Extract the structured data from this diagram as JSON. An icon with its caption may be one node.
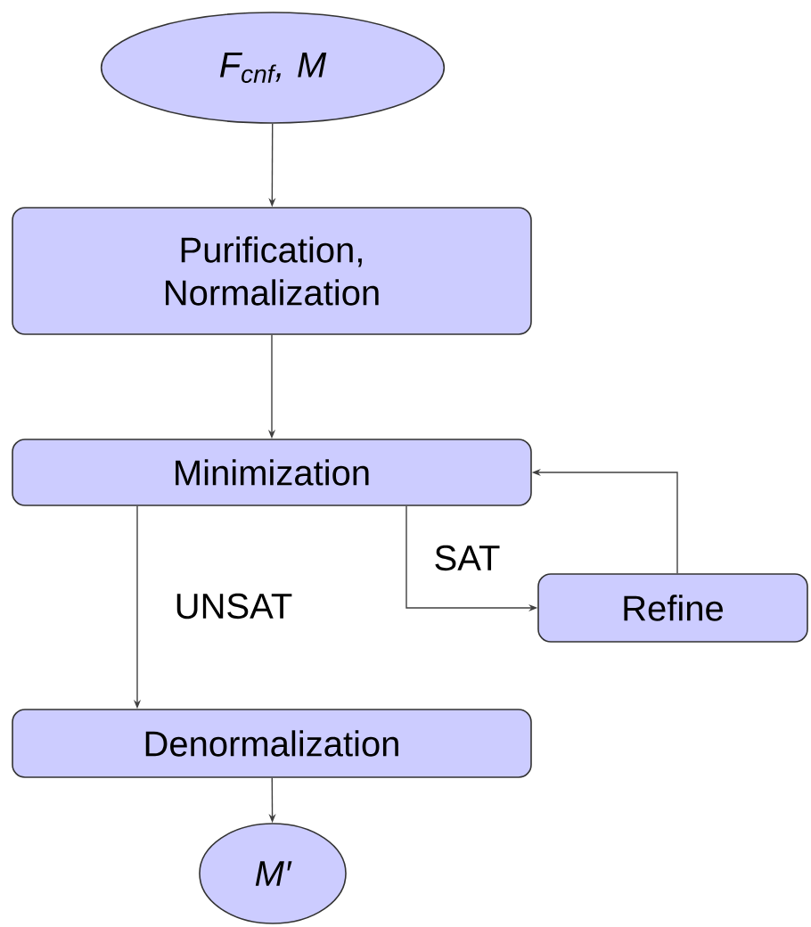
{
  "diagram": {
    "nodes": [
      {
        "text": [
          "F$_{cnf}$, M"
        ]
      },
      {
        "text": [
          "Purification, Normalization"
        ]
      },
      {
        "text": [
          "Minimization"
        ]
      },
      {
        "text": [
          "Refine"
        ]
      },
      {
        "text": [
          "Denormalization"
        ]
      },
      {
        "text": [
          "M′"
        ]
      }
    ],
    "edges": [
      {
        "from": 0,
        "to": 1,
        "arrow": "to"
      },
      {
        "from": 1,
        "to": 2,
        "arrow": "to"
      },
      {
        "from": 2,
        "to": 4,
        "arrow": "to",
        "label": "UNSAT"
      },
      {
        "from": 2,
        "to": 3,
        "arrow": "to",
        "label": "SAT"
      },
      {
        "from": 3,
        "to": 2,
        "arrow": "to"
      },
      {
        "from": 4,
        "to": 5,
        "arrow": "to"
      }
    ]
  }
}
